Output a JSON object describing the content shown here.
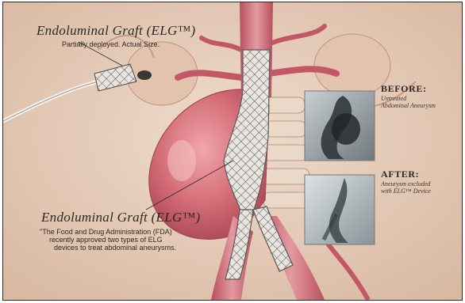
{
  "top_callout": {
    "title": "Endoluminal Graft (ELG™)",
    "caption": "Partially deployed. Actual Size."
  },
  "bottom_callout": {
    "title": "Endoluminal Graft (ELG™)",
    "caption_lines": [
      "\"The Food and Drug Administration (FDA)",
      "recently approved two types of ELG",
      "devices to treat abdominal aneurysms."
    ]
  },
  "before": {
    "heading": "BEFORE:",
    "lines": [
      "Untreated",
      "Abdominal Aneurysm"
    ]
  },
  "after": {
    "heading": "AFTER:",
    "lines": [
      "Aneurysm excluded",
      "with ELG™ Device"
    ]
  },
  "colors": {
    "background": "#e6cdb9",
    "vessel": "#c9626f",
    "aneurysm": "#d9727a"
  }
}
